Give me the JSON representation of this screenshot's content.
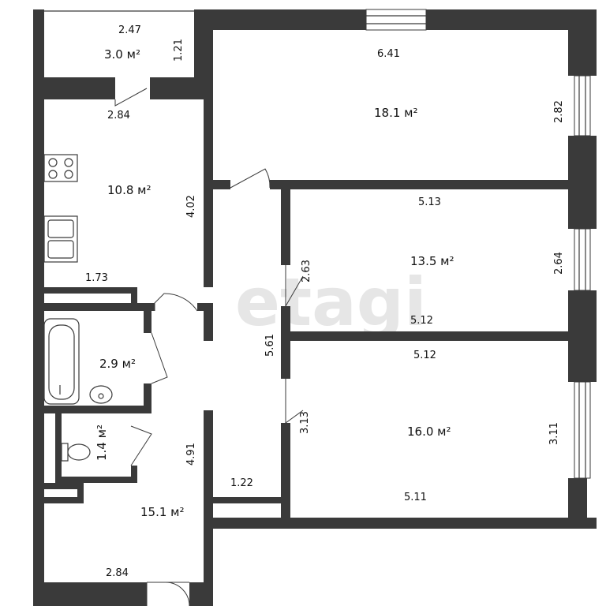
{
  "watermark": {
    "brand": "etagi"
  },
  "rooms": [
    {
      "id": "balcony",
      "area": "3.0 м²"
    },
    {
      "id": "room-big",
      "area": "18.1 м²"
    },
    {
      "id": "kitchen",
      "area": "10.8 м²"
    },
    {
      "id": "room-mid",
      "area": "13.5 м²"
    },
    {
      "id": "bathroom",
      "area": "2.9 м²"
    },
    {
      "id": "room-low",
      "area": "16.0 м²"
    },
    {
      "id": "toilet",
      "area": "1.4 м²"
    },
    {
      "id": "hallway",
      "area": "15.1 м²"
    }
  ],
  "dimensions": {
    "balcony_width": "2.47",
    "balcony_height": "1.21",
    "big_room_width": "6.41",
    "big_room_height": "2.82",
    "kitchen_top": "2.84",
    "kitchen_height": "4.02",
    "kitchen_bottom": "1.73",
    "mid_room_top": "5.13",
    "mid_room_left": "2.63",
    "mid_room_right": "2.64",
    "mid_room_bottom": "5.12",
    "corridor_length": "5.61",
    "low_room_top": "5.12",
    "low_room_left": "3.13",
    "low_room_right": "3.11",
    "low_room_bottom": "5.11",
    "hall_height": "4.91",
    "corridor_width": "1.22",
    "hall_bottom": "2.84"
  }
}
